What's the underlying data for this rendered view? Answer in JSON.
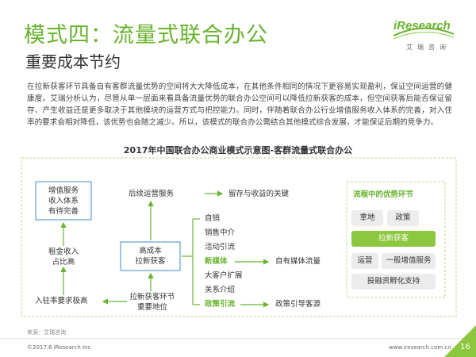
{
  "header": {
    "title": "模式四：流量式联合办公",
    "subtitle": "重要成本节约"
  },
  "logo": {
    "text": "iResearch",
    "cn": "艾瑞咨询"
  },
  "paragraph": "在拉新获客环节具备自有客群流量优势的空间将大大降低成本，在其他条件相同的情况下更容易实现盈利，保证空间运营的健康度。艾瑞分析认为，尽管从单一层面来看具备流量优势的联合办公空间可以降低拉新获客的成本，但空间获客后能否保证留存、产生收益还是更多取决于其他模块的运营方式与把控能力。同时，伴随着联合办公行业增值服务收入体系的完善，对入住率的要求会相对降低，该优势也会随之减少。所以，该模式的联合办公需结合其他模式综合发展，才能保证后期的竞争力。",
  "diagram": {
    "title": "2017年中国联合办公商业模式示意图-客群流量式联合办公",
    "left_box": [
      "增值服务",
      "收入体系",
      "有待完善"
    ],
    "left_mid": [
      "租金收入",
      "占比高"
    ],
    "left_bottom": "入驻率要求极高",
    "center_box": [
      "高成本",
      "拉新获客"
    ],
    "top_service": "后续运营服务",
    "top_key": "留存与收益的关键",
    "bottom_node": [
      "拉新获客环节",
      "重要地位"
    ],
    "channels": [
      {
        "label": "自销",
        "highlight": false
      },
      {
        "label": "销售中介",
        "highlight": false
      },
      {
        "label": "活动引流",
        "highlight": false
      },
      {
        "label": "新媒体",
        "highlight": true
      },
      {
        "label": "大客户扩展",
        "highlight": false
      },
      {
        "label": "关系介绍",
        "highlight": false
      },
      {
        "label": "政策引流",
        "highlight": true
      }
    ],
    "media_result": "自有媒体流量",
    "policy_result": "政策引导客源"
  },
  "right_panel": {
    "title": "流程中的优势环节",
    "items": [
      "拿地",
      "政策",
      "拉新获客",
      "运营",
      "一般增值服务",
      "投融资孵化支持"
    ]
  },
  "footer": {
    "source": "来源：艾瑞咨询",
    "copyright": "©2017.8 iResearch Inc",
    "website": "www.iresearch.com.cn",
    "page": "16"
  },
  "colors": {
    "brand_green": "#68b32f",
    "light_green": "#8dc63f",
    "box_border": "#3b8ed0",
    "pill_bg": "#ececec"
  }
}
